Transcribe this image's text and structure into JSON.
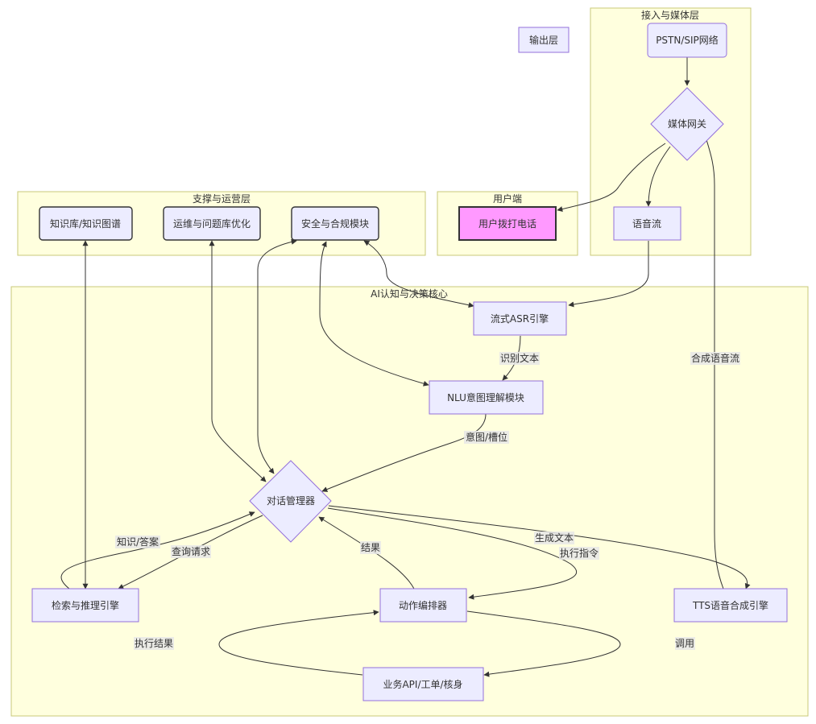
{
  "diagram": {
    "clusters": {
      "access_media": "接入与媒体层",
      "user_side": "用户端",
      "support_ops": "支撑与运营层",
      "ai_core": "AI认知与决策核心"
    },
    "nodes": {
      "output_layer": "输出层",
      "pstn": "PSTN/SIP网络",
      "media_gateway": "媒体网关",
      "voice_stream": "语音流",
      "user_call": "用户拨打电话",
      "knowledge_base": "知识库/知识图谱",
      "ops_optimization": "运维与问题库优化",
      "security": "安全与合规模块",
      "asr": "流式ASR引擎",
      "nlu": "NLU意图理解模块",
      "dialog_manager": "对话管理器",
      "retrieval": "检索与推理引擎",
      "action_orchestrator": "动作编排器",
      "tts": "TTS语音合成引擎",
      "business_api": "业务API/工单/核身"
    },
    "edge_labels": {
      "recognized_text": "识别文本",
      "intent_slot": "意图/槽位",
      "knowledge_answer": "知识/答案",
      "query_request": "查询请求",
      "result": "结果",
      "generate_text": "生成文本",
      "execute_command": "执行指令",
      "synth_stream": "合成语音流",
      "exec_result": "执行结果",
      "invoke": "调用"
    },
    "colors": {
      "cluster_fill": "#ffffde",
      "cluster_stroke": "#c8c87a",
      "node_fill": "#ececff",
      "node_stroke": "#9370db",
      "highlight_fill": "#ff99ff",
      "edge": "#333333"
    }
  }
}
